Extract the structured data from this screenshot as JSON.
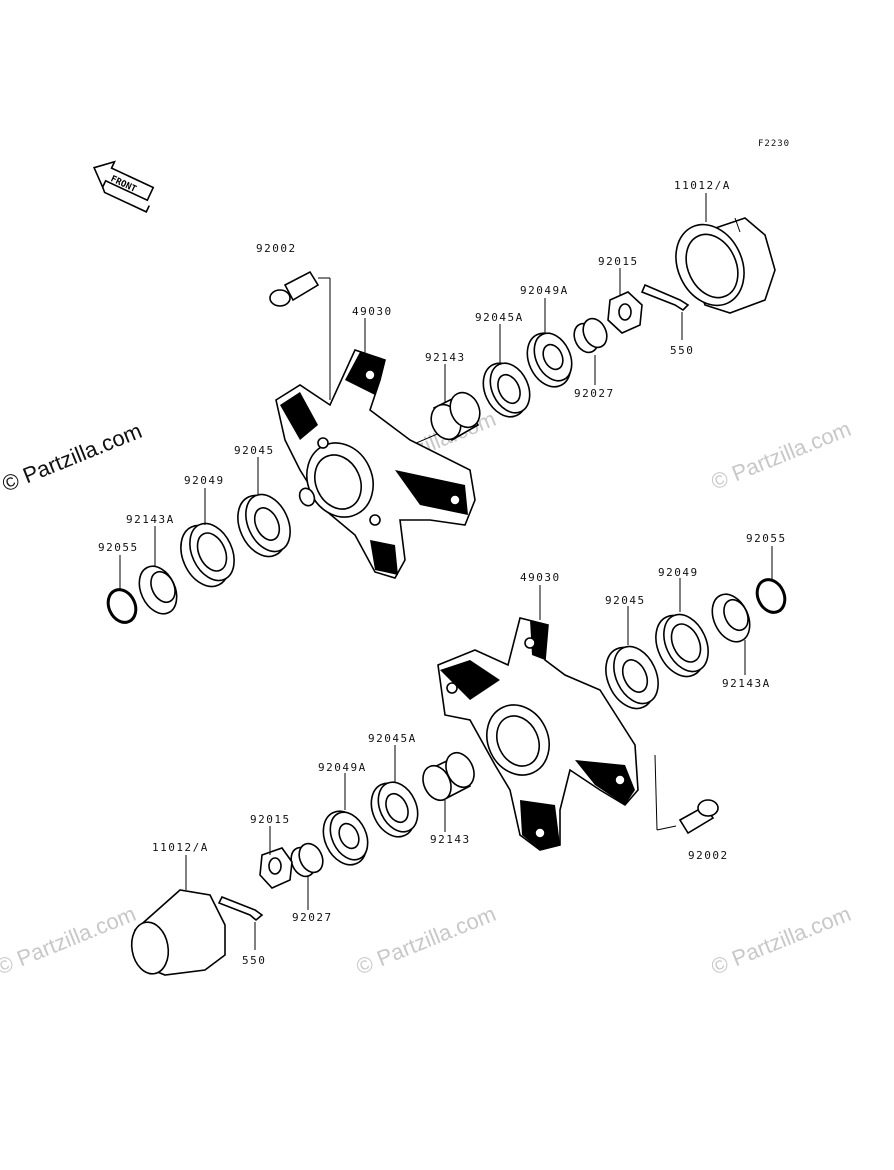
{
  "diagram": {
    "code": "F2230",
    "front_label": "FRONT",
    "watermark": "© Partzilla.com",
    "upper_assembly": {
      "labels": {
        "p92002": "92002",
        "p49030": "49030",
        "p92143": "92143",
        "p92045A": "92045A",
        "p92049A": "92049A",
        "p92015": "92015",
        "p11012": "11012/A",
        "p550": "550",
        "p92027": "92027",
        "p92045": "92045",
        "p92049": "92049",
        "p92143A": "92143A",
        "p92055": "92055"
      }
    },
    "lower_assembly": {
      "labels": {
        "p49030": "49030",
        "p92049": "92049",
        "p92055": "92055",
        "p92045": "92045",
        "p92143A": "92143A",
        "p92045A": "92045A",
        "p92049A": "92049A",
        "p92015": "92015",
        "p92143": "92143",
        "p92002": "92002",
        "p11012": "11012/A",
        "p92027": "92027",
        "p550": "550"
      }
    }
  }
}
